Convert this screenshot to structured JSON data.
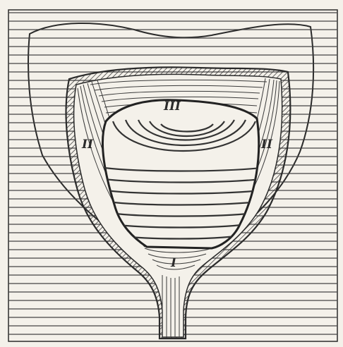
{
  "figure": {
    "region_labels": [
      {
        "id": "I",
        "text": "I"
      },
      {
        "id": "II-left",
        "text": "II"
      },
      {
        "id": "II-right",
        "text": "II"
      },
      {
        "id": "III",
        "text": "III"
      }
    ],
    "colors": {
      "paper": "#f4f1ea",
      "ink": "#2b2b2b",
      "background_lines": "#4a4a4a",
      "core_lines": "#333333"
    }
  }
}
